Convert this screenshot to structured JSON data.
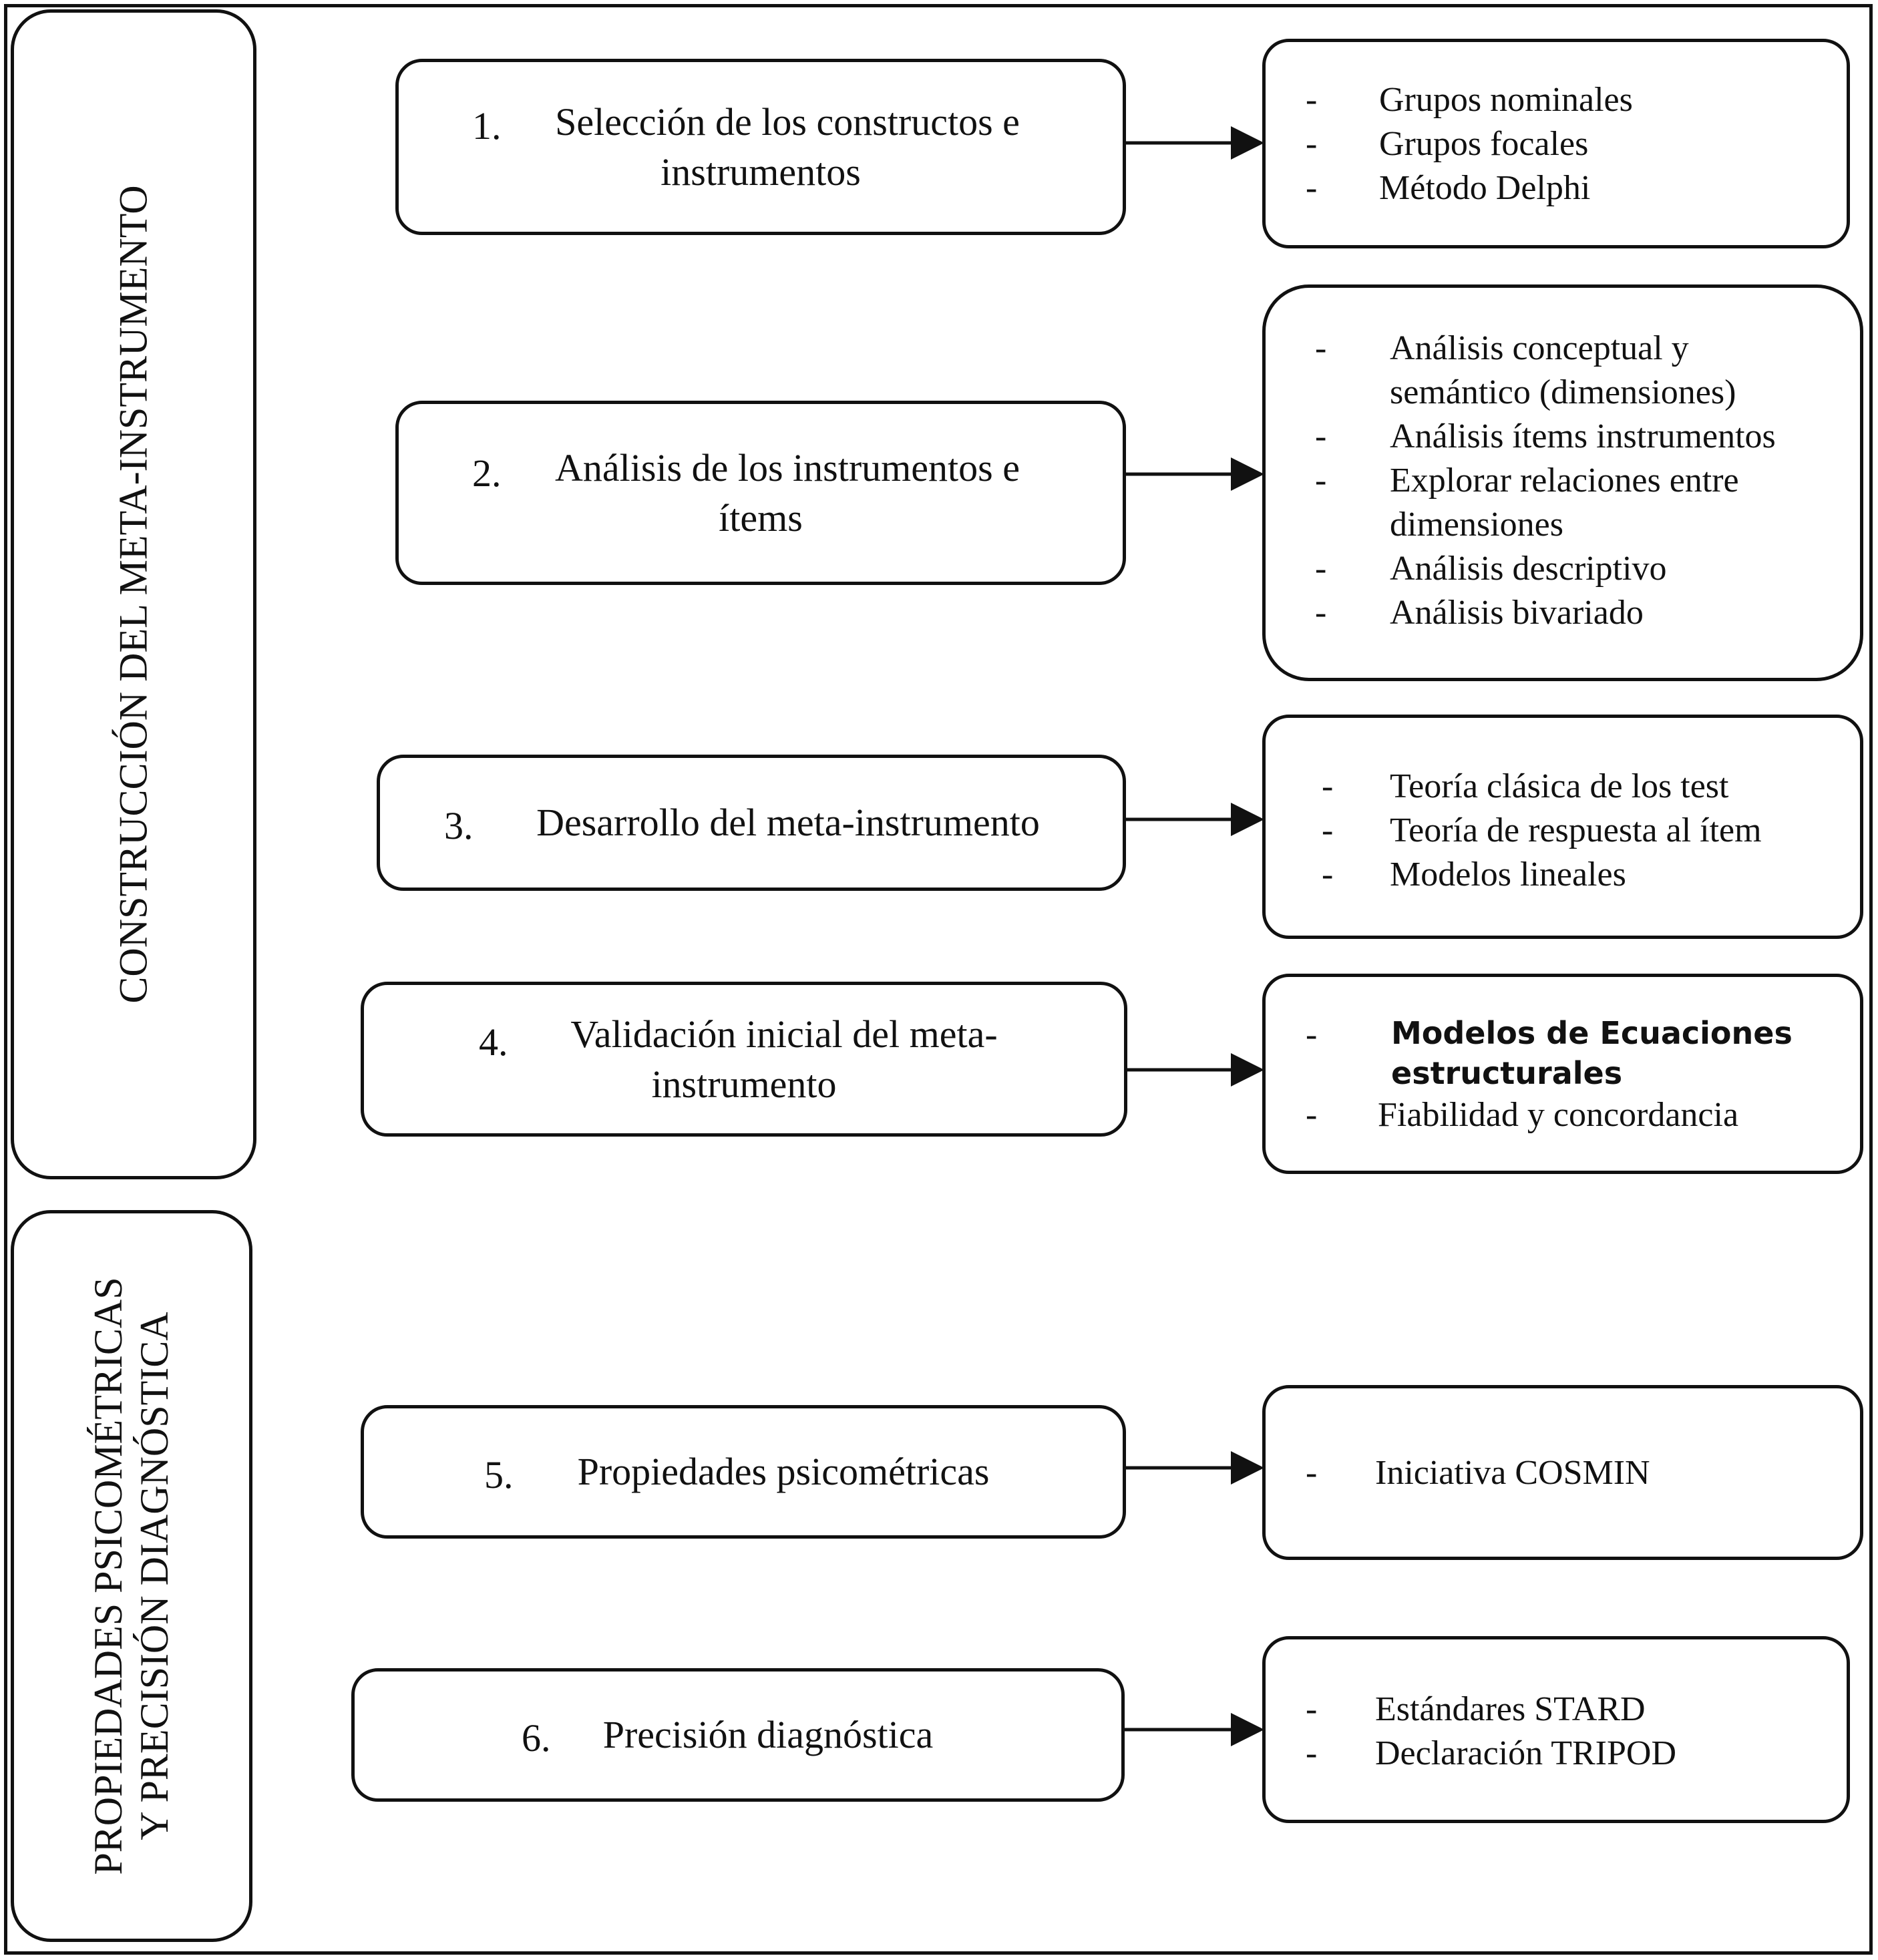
{
  "sections": {
    "construction": [
      "CONSTRUCCIÓN DEL META-INSTRUMENTO"
    ],
    "properties": [
      "PROPIEDADES PSICOMÉTRICAS",
      "Y PRECISIÓN DIAGNÓSTICA"
    ]
  },
  "steps": [
    {
      "num": "1.",
      "lines": [
        "Selección de los constructos e",
        "instrumentos"
      ],
      "items": [
        [
          "Grupos nominales"
        ],
        [
          "Grupos focales"
        ],
        [
          "Método Delphi"
        ]
      ]
    },
    {
      "num": "2.",
      "lines": [
        "Análisis de los instrumentos e",
        "ítems"
      ],
      "items": [
        [
          "Análisis conceptual y",
          "semántico (dimensiones)"
        ],
        [
          "Análisis ítems instrumentos"
        ],
        [
          "Explorar relaciones entre",
          "dimensiones"
        ],
        [
          "Análisis descriptivo"
        ],
        [
          "Análisis bivariado"
        ]
      ]
    },
    {
      "num": "3.",
      "lines": [
        "Desarrollo del meta-instrumento"
      ],
      "items": [
        [
          "Teoría clásica de los test"
        ],
        [
          "Teoría de respuesta al ítem"
        ],
        [
          "Modelos lineales"
        ]
      ]
    },
    {
      "num": "4.",
      "lines": [
        "Validación inicial del meta-",
        "instrumento"
      ],
      "items": [
        [
          "Modelos de Ecuaciones",
          "estructurales"
        ],
        [
          "Fiabilidad y concordancia"
        ]
      ]
    },
    {
      "num": "5.",
      "lines": [
        "Propiedades psicométricas"
      ],
      "items": [
        [
          "Iniciativa COSMIN"
        ]
      ]
    },
    {
      "num": "6.",
      "lines": [
        "Precisión diagnóstica"
      ],
      "items": [
        [
          "Estándares STARD"
        ],
        [
          "Declaración TRIPOD"
        ]
      ]
    }
  ],
  "dash": "-"
}
